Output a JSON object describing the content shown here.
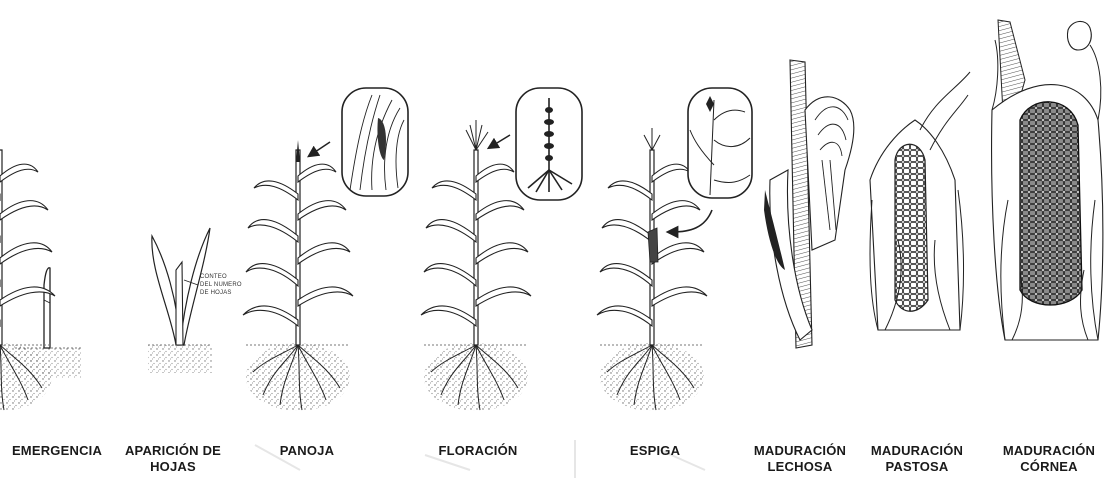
{
  "stages": [
    {
      "id": "emergencia",
      "lines": [
        "EMERGENCIA"
      ]
    },
    {
      "id": "aparicion-de-hojas",
      "lines": [
        "APARICIÓN DE",
        "HOJAS"
      ]
    },
    {
      "id": "panoja",
      "lines": [
        "PANOJA"
      ]
    },
    {
      "id": "floracion",
      "lines": [
        "FLORACIÓN"
      ]
    },
    {
      "id": "espiga",
      "lines": [
        "ESPIGA"
      ]
    },
    {
      "id": "maduracion-lechosa",
      "lines": [
        "MADURACIÓN",
        "LECHOSA"
      ]
    },
    {
      "id": "maduracion-pastosa",
      "lines": [
        "MADURACIÓN",
        "PASTOSA"
      ]
    },
    {
      "id": "maduracion-cornea",
      "lines": [
        "MADURACIÓN",
        "CÓRNEA"
      ]
    }
  ],
  "annotation": {
    "lines": [
      "CONTEO",
      "DEL NUMERO",
      "DE HOJAS"
    ]
  },
  "colors": {
    "ink": "#1a1a1a",
    "soil": "#555555",
    "background": "#ffffff"
  }
}
